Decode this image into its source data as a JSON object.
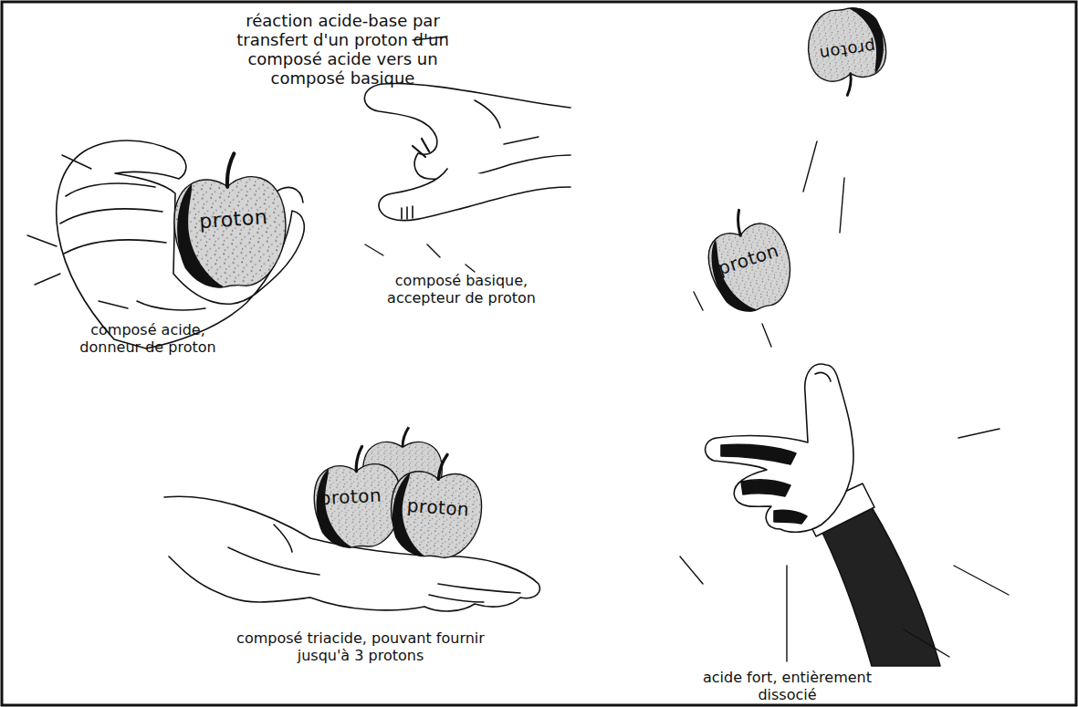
{
  "diagram": {
    "title": "réaction acide-base par transfert d'un proton d'un composé acide vers un composé basique",
    "nodes": [
      {
        "text": [
          "proton"
        ]
      },
      {
        "text": [
          "proton"
        ]
      },
      {
        "text": [
          "proton"
        ]
      },
      {
        "text": [
          "proton"
        ]
      },
      {
        "text": [
          "proton"
        ]
      }
    ],
    "labels": [
      "composé acide, donneur de proton",
      "composé basique, accepteur de proton",
      "composé triacide, pouvant fournir jusqu'à 3 protons",
      "acide fort, entièrement dissocié"
    ]
  }
}
